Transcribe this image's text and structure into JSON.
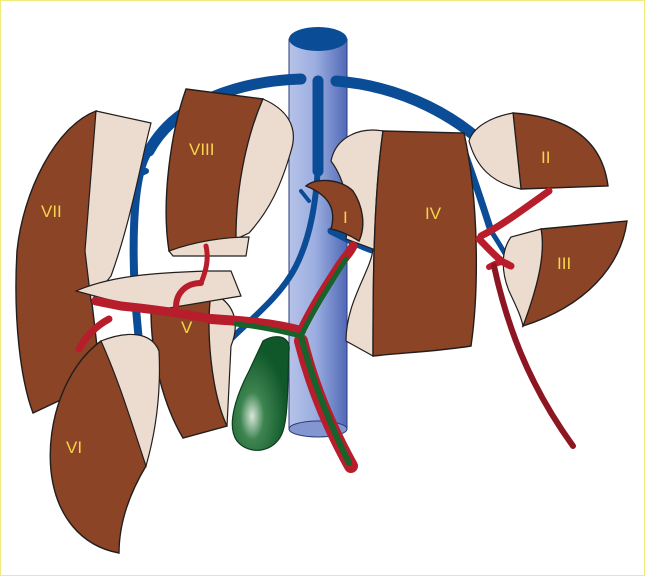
{
  "segments": [
    {
      "id": "I",
      "label": "I"
    },
    {
      "id": "II",
      "label": "II"
    },
    {
      "id": "III",
      "label": "III"
    },
    {
      "id": "IV",
      "label": "IV"
    },
    {
      "id": "V",
      "label": "V"
    },
    {
      "id": "VI",
      "label": "VI"
    },
    {
      "id": "VII",
      "label": "VII"
    },
    {
      "id": "VIII",
      "label": "VIII"
    }
  ],
  "colors": {
    "parenchyma": "#8b4426",
    "cut_surface": "#ecdcd0",
    "outline": "#231e1e",
    "vein": "#0b4c97",
    "artery": "#b71d2b",
    "duct": "#17632b",
    "vena_cava": "#9faedb",
    "background": "#ffffff",
    "label": "#f7d54a"
  }
}
